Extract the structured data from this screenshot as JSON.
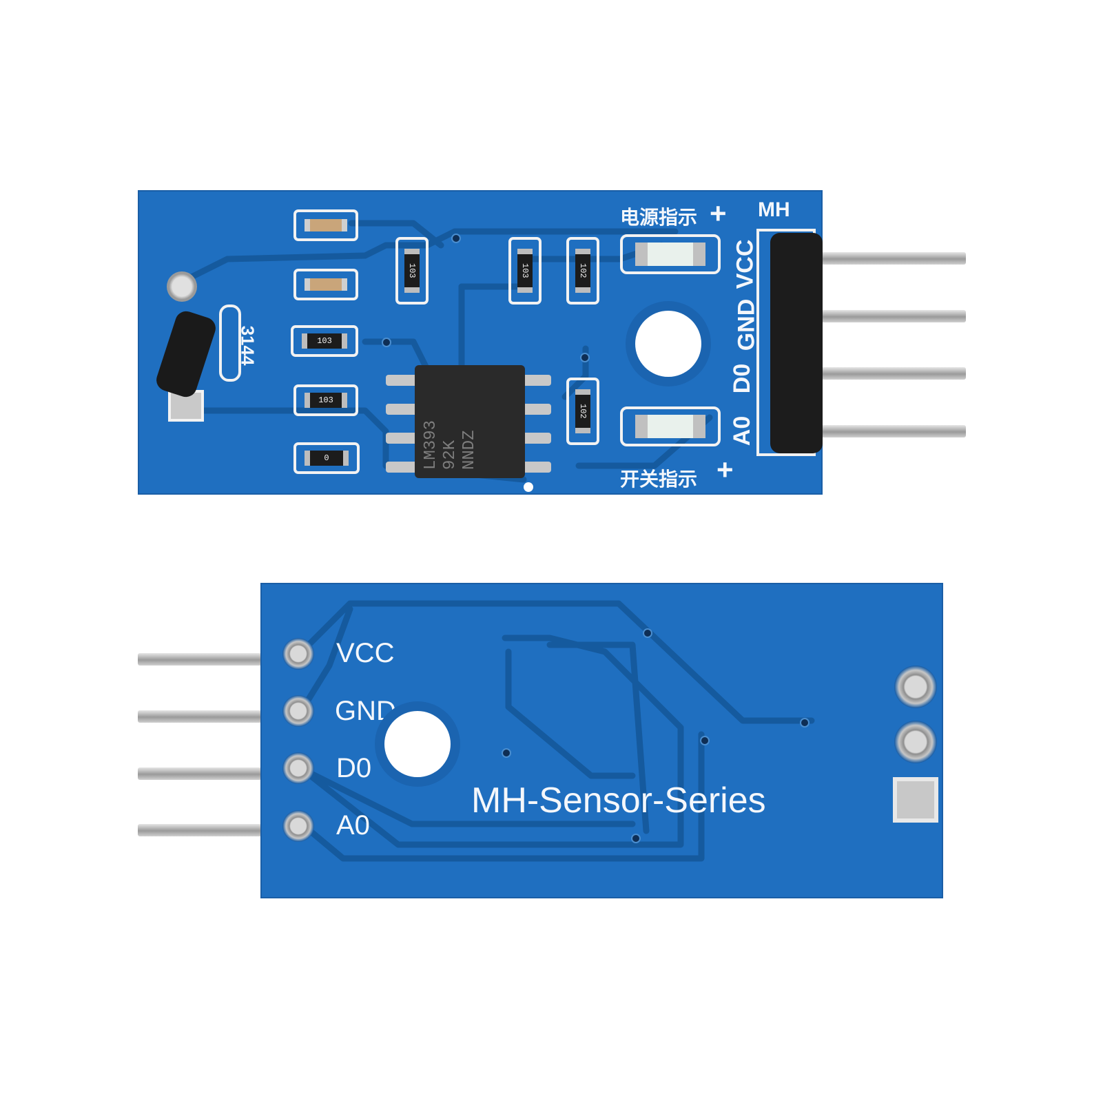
{
  "top_board": {
    "brand": "MH",
    "pins": [
      "VCC",
      "GND",
      "D0",
      "A0"
    ],
    "power_indicator": "电源指示",
    "switch_indicator": "开关指示",
    "plus": "+",
    "ic_marking_1": "LM393",
    "ic_marking_2": "92K",
    "ic_marking_3": "NNDZ",
    "sensor_label": "3144",
    "resistors": [
      "103",
      "103",
      "103",
      "102",
      "103",
      "102",
      "0"
    ]
  },
  "bottom_board": {
    "title": "MH-Sensor-Series",
    "pins": [
      "VCC",
      "GND",
      "D0",
      "A0"
    ]
  },
  "colors": {
    "pcb": "#1f6fc0",
    "trace": "#155a9e",
    "silkscreen": "#f4f7fb",
    "pin_metal": "#b8b8b8"
  }
}
